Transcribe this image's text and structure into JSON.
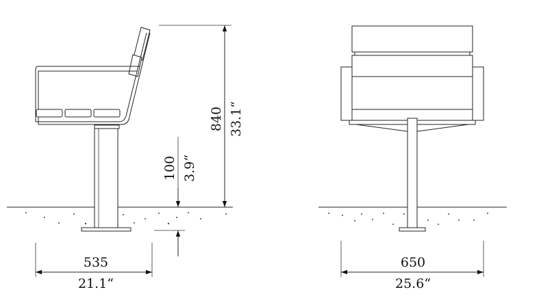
{
  "side_view": {
    "total_height_mm": "840",
    "total_height_in": "33.1“",
    "foundation_depth_mm": "100",
    "foundation_depth_in": "3.9“",
    "depth_mm": "535",
    "depth_in": "21.1“"
  },
  "front_view": {
    "width_mm": "650",
    "width_in": "25.6“"
  }
}
